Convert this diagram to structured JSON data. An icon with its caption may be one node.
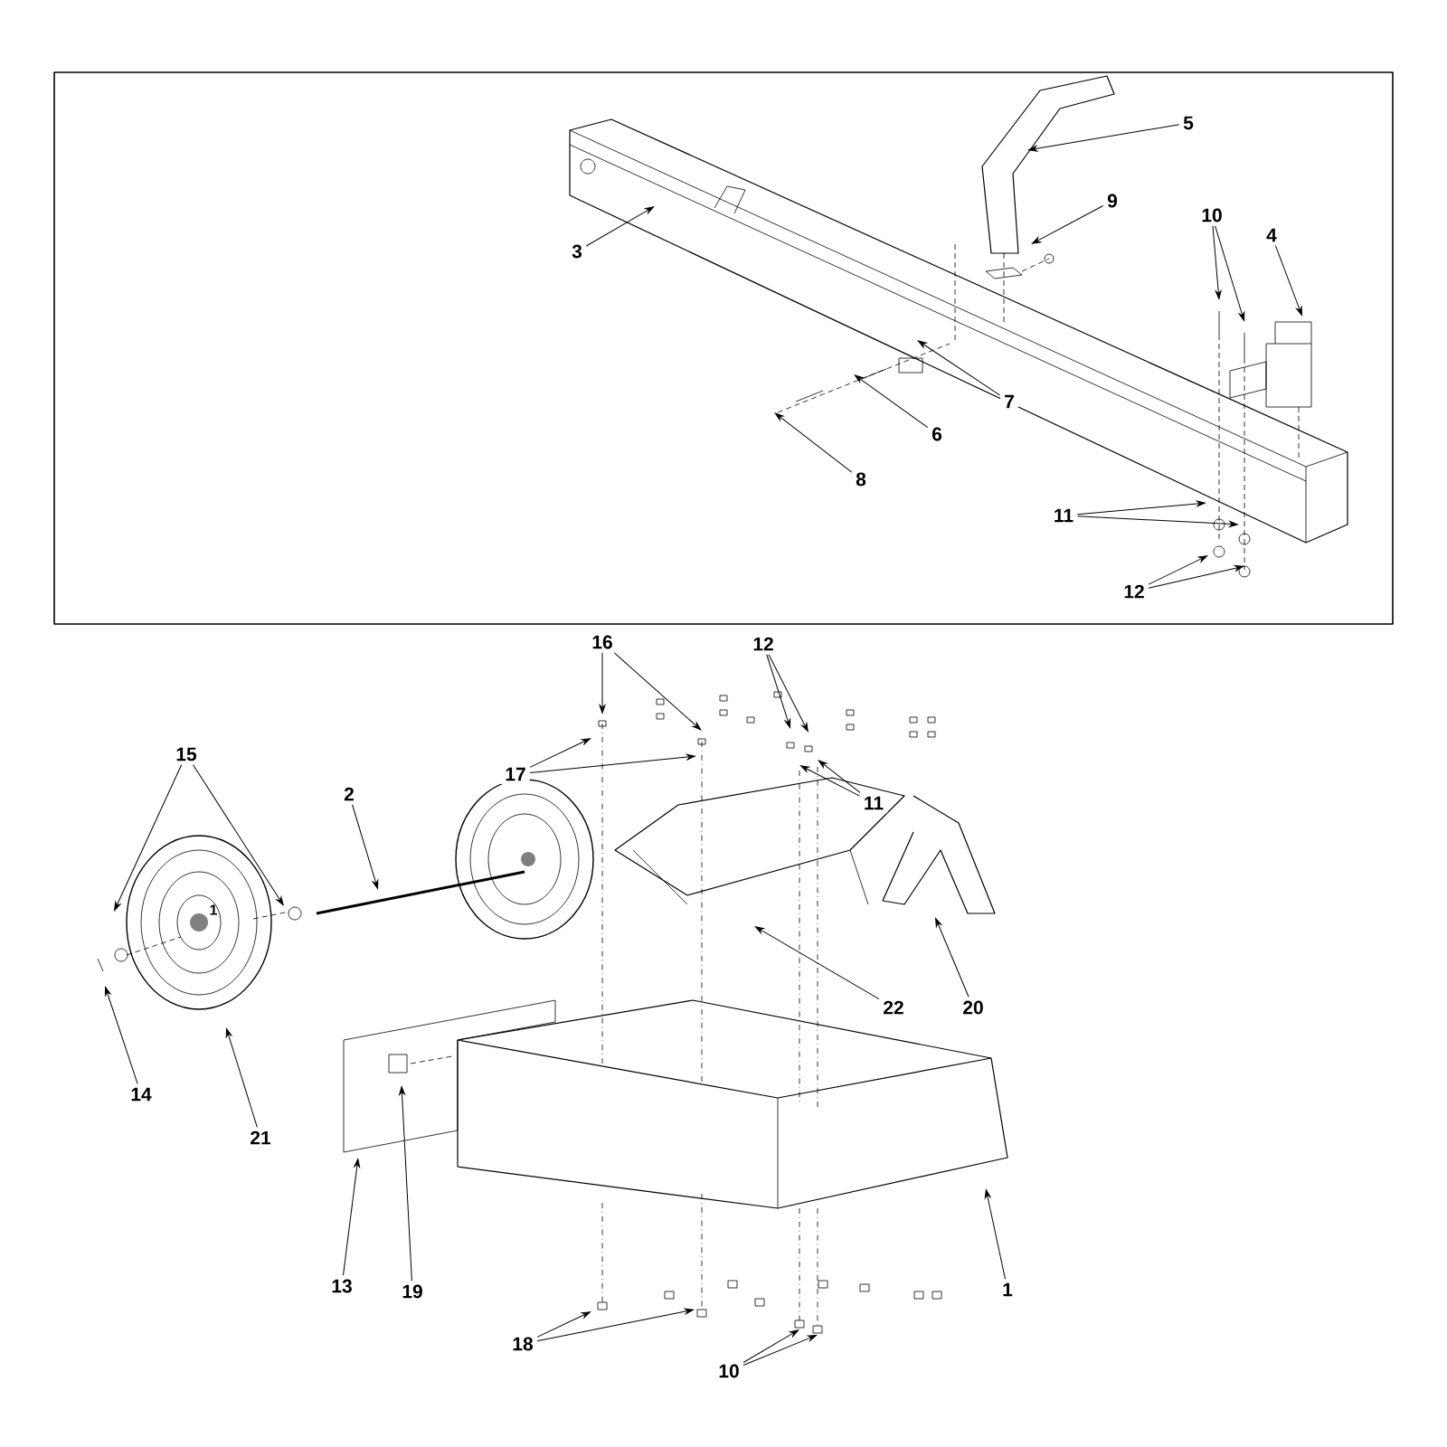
{
  "diagram": {
    "nodes": [
      {
        "text": [
          "5"
        ]
      },
      {
        "text": [
          "10"
        ]
      },
      {
        "text": [
          "9"
        ]
      },
      {
        "text": [
          "4"
        ]
      },
      {
        "text": [
          "3"
        ]
      },
      {
        "text": [
          "7"
        ]
      },
      {
        "text": [
          "6"
        ]
      },
      {
        "text": [
          "8"
        ]
      },
      {
        "text": [
          "11"
        ]
      },
      {
        "text": [
          "12"
        ]
      },
      {
        "text": [
          "16"
        ]
      },
      {
        "text": [
          "12"
        ]
      },
      {
        "text": [
          "15"
        ]
      },
      {
        "text": [
          "17"
        ]
      },
      {
        "text": [
          "11"
        ]
      },
      {
        "text": [
          "2"
        ]
      },
      {
        "text": [
          "22"
        ]
      },
      {
        "text": [
          "20"
        ]
      },
      {
        "text": [
          "14"
        ]
      },
      {
        "text": [
          "21"
        ]
      },
      {
        "text": [
          "13"
        ]
      },
      {
        "text": [
          "19"
        ]
      },
      {
        "text": [
          "1"
        ]
      },
      {
        "text": [
          "18"
        ]
      },
      {
        "text": [
          "10"
        ]
      }
    ],
    "edges": [
      {
        "from": 0,
        "to": null,
        "arrow": "to"
      },
      {
        "from": 1,
        "to": null,
        "arrow": "to"
      },
      {
        "from": 1,
        "to": null,
        "arrow": "to"
      },
      {
        "from": 2,
        "to": null,
        "arrow": "to"
      },
      {
        "from": 3,
        "to": null,
        "arrow": "to"
      },
      {
        "from": 4,
        "to": null,
        "arrow": "to"
      },
      {
        "from": 5,
        "to": null,
        "arrow": "to"
      },
      {
        "from": 6,
        "to": null,
        "arrow": "to"
      },
      {
        "from": 7,
        "to": null,
        "arrow": "to"
      },
      {
        "from": 8,
        "to": null,
        "arrow": "to"
      },
      {
        "from": 8,
        "to": null,
        "arrow": "to"
      },
      {
        "from": 9,
        "to": null,
        "arrow": "to"
      },
      {
        "from": 9,
        "to": null,
        "arrow": "to"
      },
      {
        "from": 10,
        "to": null,
        "arrow": "to"
      },
      {
        "from": 10,
        "to": null,
        "arrow": "to"
      },
      {
        "from": 11,
        "to": null,
        "arrow": "to"
      },
      {
        "from": 11,
        "to": null,
        "arrow": "to"
      },
      {
        "from": 12,
        "to": null,
        "arrow": "to"
      },
      {
        "from": 12,
        "to": null,
        "arrow": "to"
      },
      {
        "from": 13,
        "to": null,
        "arrow": "to"
      },
      {
        "from": 13,
        "to": null,
        "arrow": "to"
      },
      {
        "from": 14,
        "to": null,
        "arrow": "to"
      },
      {
        "from": 14,
        "to": null,
        "arrow": "to"
      },
      {
        "from": 15,
        "to": null,
        "arrow": "to"
      },
      {
        "from": 16,
        "to": null,
        "arrow": "to"
      },
      {
        "from": 17,
        "to": null,
        "arrow": "to"
      },
      {
        "from": 18,
        "to": null,
        "arrow": "to"
      },
      {
        "from": 19,
        "to": null,
        "arrow": "to"
      },
      {
        "from": 20,
        "to": null,
        "arrow": "to"
      },
      {
        "from": 21,
        "to": null,
        "arrow": "to"
      },
      {
        "from": 22,
        "to": null,
        "arrow": "to"
      },
      {
        "from": 23,
        "to": null,
        "arrow": "to"
      },
      {
        "from": 23,
        "to": null,
        "arrow": "to"
      },
      {
        "from": 24,
        "to": null,
        "arrow": "to"
      },
      {
        "from": 24,
        "to": null,
        "arrow": "to"
      }
    ],
    "labels": [
      "1"
    ]
  }
}
